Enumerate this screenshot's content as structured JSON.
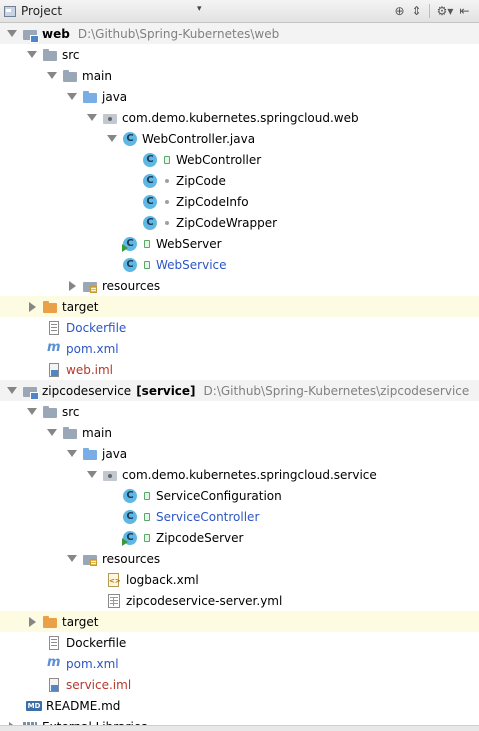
{
  "panel": {
    "title": "Project",
    "caret": "▾",
    "tools": {
      "scroll_from_source": "⊕",
      "collapse_all": "⇕",
      "settings": "⚙▾",
      "hide": "⇤"
    }
  },
  "tree": {
    "web": {
      "name": "web",
      "path": "D:\\Github\\Spring-Kubernetes\\web",
      "src": "src",
      "main": "main",
      "java": "java",
      "package": "com.demo.kubernetes.springcloud.web",
      "webcontroller_java": "WebController.java",
      "classes": [
        "WebController",
        "ZipCode",
        "ZipCodeInfo",
        "ZipCodeWrapper"
      ],
      "webserver": "WebServer",
      "webservice": "WebService",
      "resources": "resources",
      "target": "target",
      "dockerfile": "Dockerfile",
      "pom": "pom.xml",
      "iml": "web.iml"
    },
    "service": {
      "name": "zipcodeservice",
      "tag": "[service]",
      "path": "D:\\Github\\Spring-Kubernetes\\zipcodeservice",
      "src": "src",
      "main": "main",
      "java": "java",
      "package": "com.demo.kubernetes.springcloud.service",
      "classes": [
        "ServiceConfiguration",
        "ServiceController",
        "ZipcodeServer"
      ],
      "resources": "resources",
      "logback": "logback.xml",
      "yml": "zipcodeservice-server.yml",
      "target": "target",
      "dockerfile": "Dockerfile",
      "pom": "pom.xml",
      "iml": "service.iml"
    },
    "readme": "README.md",
    "external": "External Libraries"
  },
  "colors": {
    "blue_text": "#2b56c4",
    "red_text": "#b5382c",
    "path_text": "#808080",
    "highlight_row": "#fdfbe2"
  }
}
